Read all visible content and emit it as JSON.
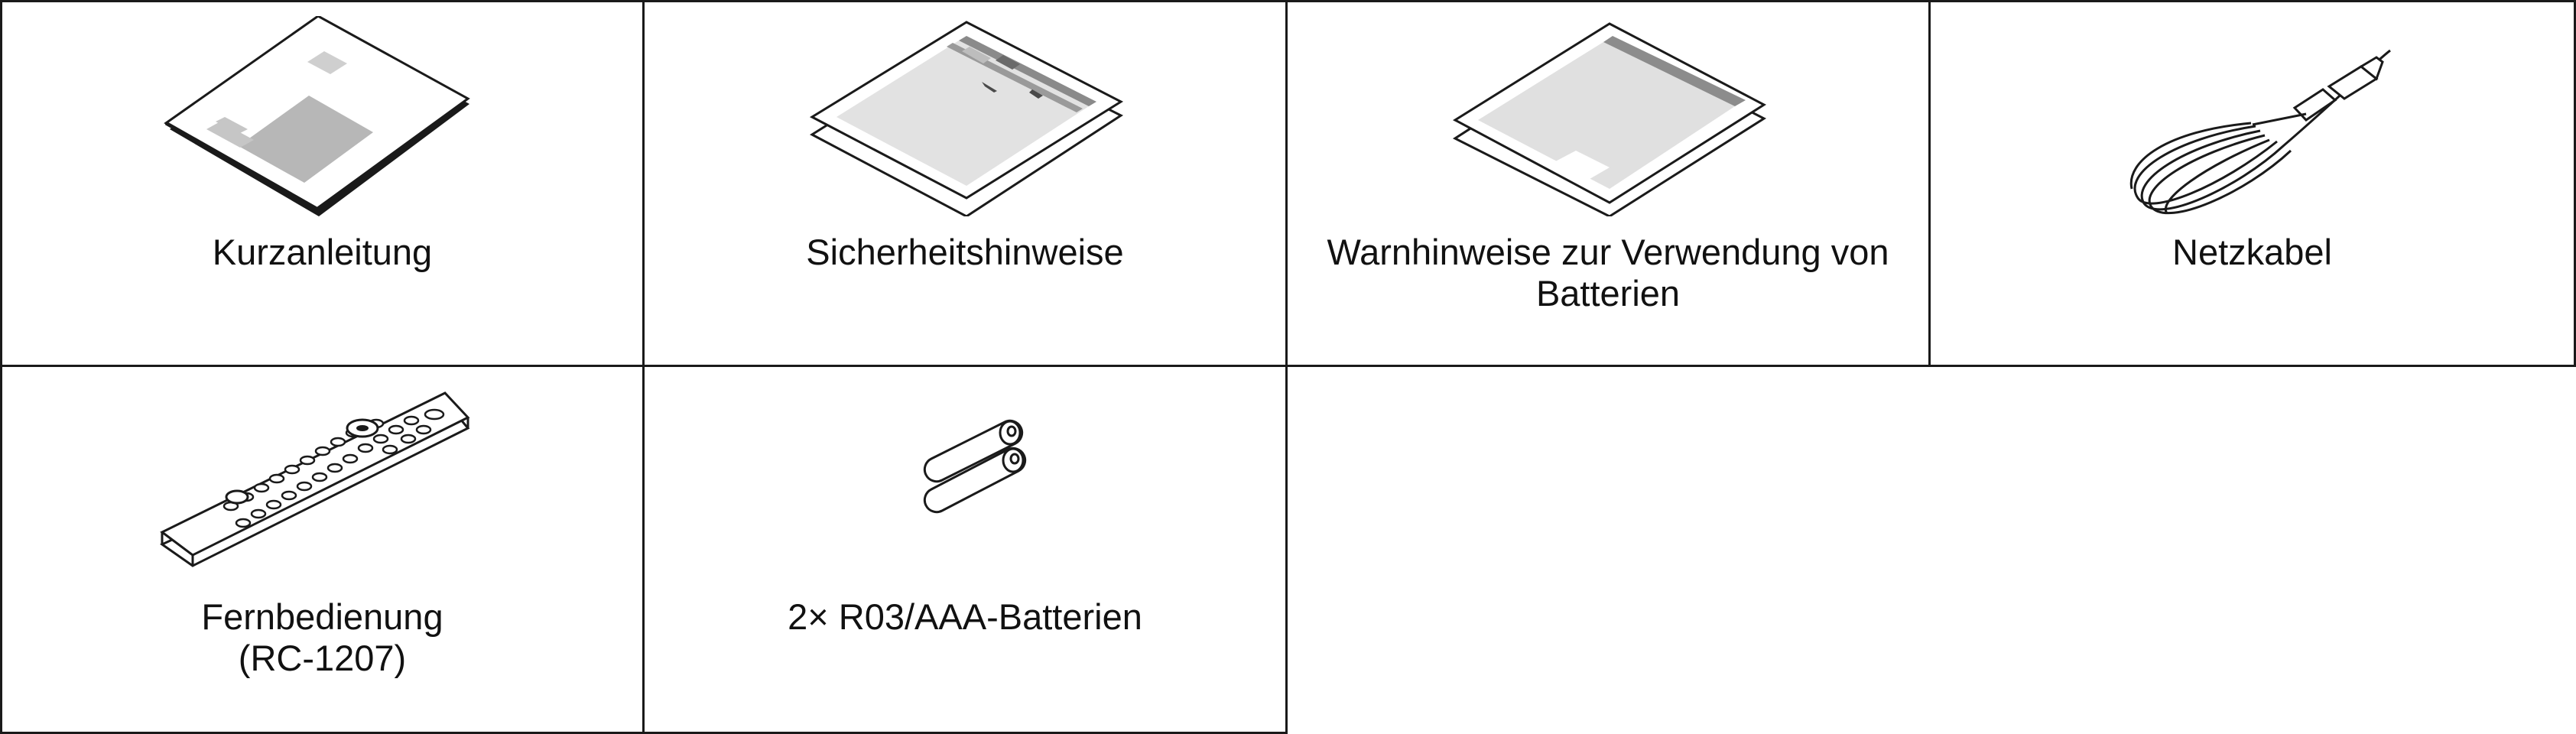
{
  "items": [
    {
      "lines": [
        "Kurzanleitung"
      ],
      "icon": "booklet-icon"
    },
    {
      "lines": [
        "Sicherheitshinweise"
      ],
      "icon": "safety-leaflet-icon"
    },
    {
      "lines": [
        "Warnhinweise zur Verwendung von",
        "Batterien"
      ],
      "icon": "battery-warning-leaflet-icon"
    },
    {
      "lines": [
        "Netzkabel"
      ],
      "icon": "power-cable-icon"
    },
    {
      "lines": [
        "Fernbedienung",
        "(RC-1207)"
      ],
      "icon": "remote-control-icon"
    },
    {
      "lines": [
        "2× R03/AAA-Batterien"
      ],
      "icon": "aaa-batteries-icon"
    }
  ]
}
